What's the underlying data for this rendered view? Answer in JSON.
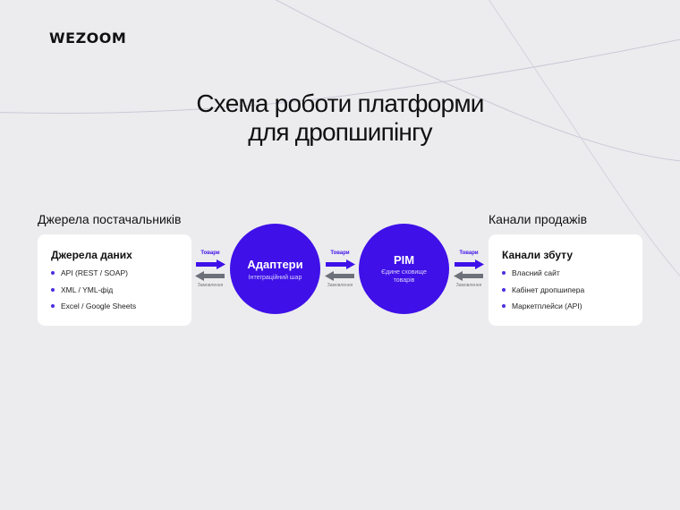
{
  "logo": "WEZOOM",
  "title": {
    "line1": "Схема роботи платформи",
    "line2": "для дропшипінгу"
  },
  "left_section": {
    "label": "Джерела постачальників",
    "card_title": "Джерела даних",
    "items": [
      "API (REST / SOAP)",
      "XML / YML-фід",
      "Excel / Google Sheets"
    ]
  },
  "right_section": {
    "label": "Канали продажів",
    "card_title": "Канали збуту",
    "items": [
      "Власний сайт",
      "Кабінет дропшипера",
      "Маркетплейси (API)"
    ]
  },
  "adapters": {
    "title": "Адаптери",
    "subtitle": "Інтеграційний шар"
  },
  "pim": {
    "title": "PIM",
    "subtitle_line1": "Єдине сховище",
    "subtitle_line2": "товарів"
  },
  "arrows": [
    {
      "forward_label": "Товари",
      "back_label": "Замовлення"
    },
    {
      "forward_label": "Товари",
      "back_label": "Замовлення"
    },
    {
      "forward_label": "Товари",
      "back_label": "Замовлення"
    }
  ],
  "colors": {
    "accent": "#3f10e8",
    "back_arrow": "#6e7079",
    "background": "#ececef",
    "card": "#ffffff"
  }
}
